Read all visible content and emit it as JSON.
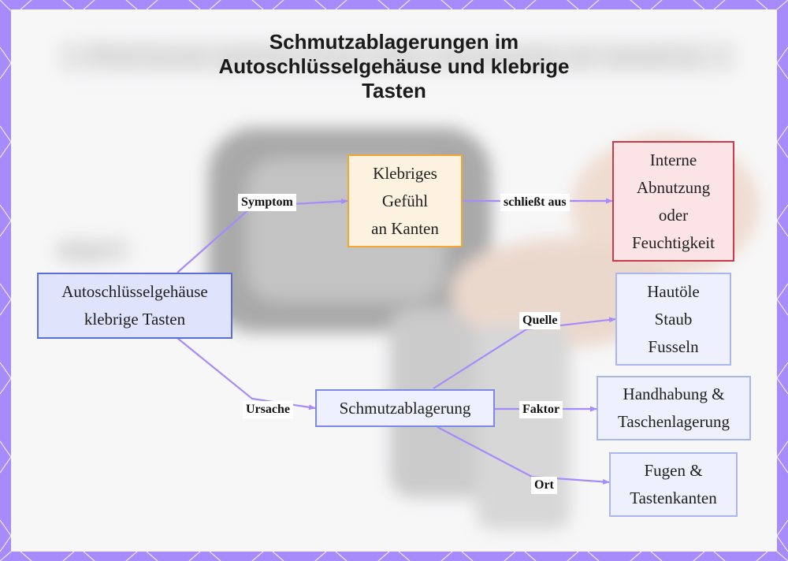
{
  "title": {
    "line1": "Schmutzablagerungen im",
    "line2": "Autoschlüsselgehäuse und klebrige",
    "line3": "Tasten"
  },
  "nodes": {
    "root": {
      "line1": "Autoschlüsselgehäuse",
      "line2": "klebrige Tasten"
    },
    "symptom": {
      "line1": "Klebriges",
      "line2": "Gefühl",
      "line3": "an Kanten"
    },
    "excluded": {
      "line1": "Interne",
      "line2": "Abnutzung",
      "line3": "oder",
      "line4": "Feuchtigkeit"
    },
    "cause": {
      "line1": "Schmutzablagerung"
    },
    "source": {
      "line1": "Hautöle",
      "line2": "Staub",
      "line3": "Fusseln"
    },
    "factor": {
      "line1": "Handhabung &",
      "line2": "Taschenlagerung"
    },
    "location": {
      "line1": "Fugen &",
      "line2": "Tastenkanten"
    }
  },
  "edges": {
    "symptom": "Symptom",
    "excludes": "schließt aus",
    "cause": "Ursache",
    "source": "Quelle",
    "factor": "Faktor",
    "location": "Ort"
  },
  "background": {
    "ghost_text_top": "Remove grime from key recesses or seams",
    "ghost_text_mid": "Edge"
  },
  "colors": {
    "frame": "#a78bfa",
    "edge": "#a78bfa",
    "root_fill": "#dfe3fb",
    "root_border": "#5b6dd6",
    "symptom_fill": "#fdf2e0",
    "symptom_border": "#f0a830",
    "excluded_fill": "#fbe3e6",
    "excluded_border": "#c93a4a",
    "cause_fill": "#eef1fd",
    "cause_border": "#7b8ae6",
    "leaf_fill": "#eef1fd",
    "leaf_border": "#a9b6f0"
  }
}
